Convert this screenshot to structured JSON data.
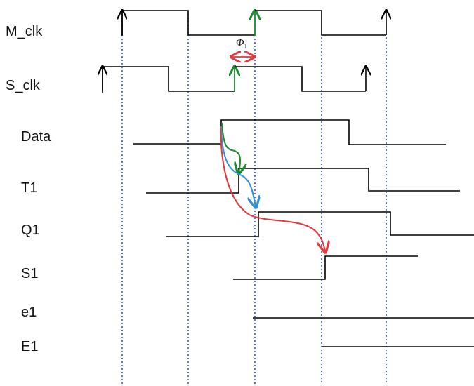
{
  "signals": {
    "m_clk": "M_clk",
    "s_clk": "S_clk",
    "data": "Data",
    "t1": "T1",
    "q1": "Q1",
    "s1": "S1",
    "e1": "e1",
    "E1": "E1"
  },
  "phase": {
    "symbol": "Φ",
    "subscript": "1"
  },
  "colors": {
    "waveform": "#000000",
    "guide_lines": "#1f3fbf",
    "arrow_green": "#1a8a2e",
    "arrow_blue": "#2f8fd8",
    "arrow_red": "#e0393e"
  }
}
